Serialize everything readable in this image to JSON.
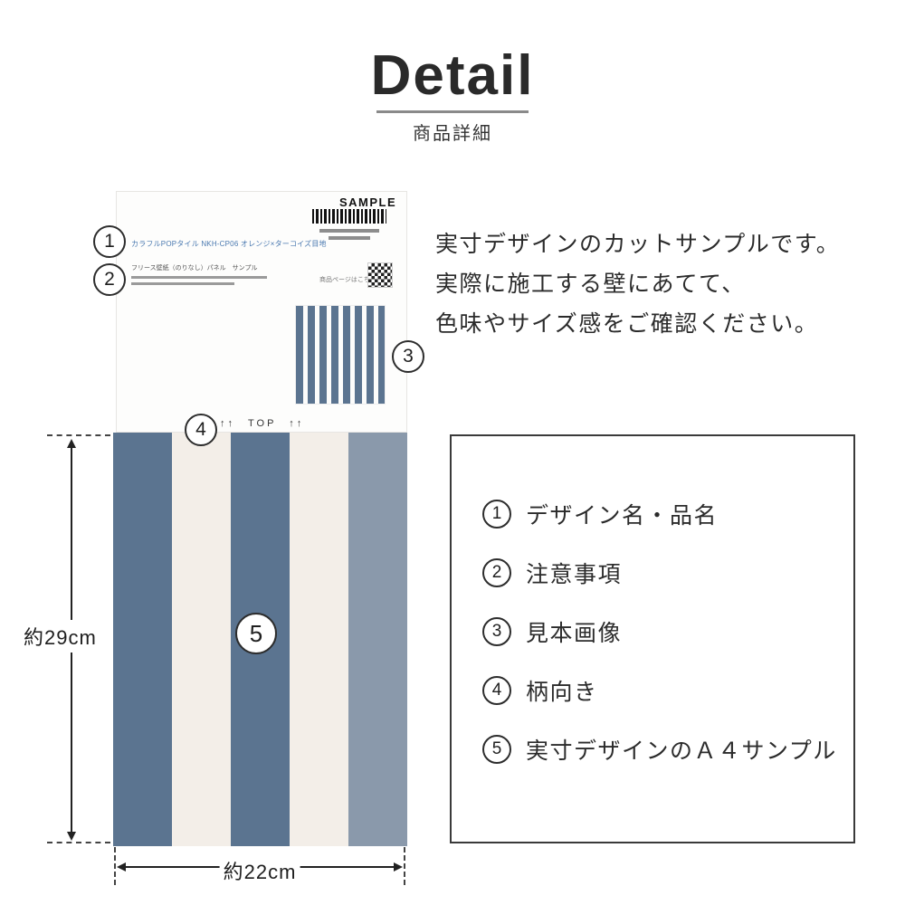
{
  "header": {
    "title": "Detail",
    "subtitle": "商品詳細"
  },
  "card": {
    "sample_label": "SAMPLE",
    "product_name": "カラフルPOPタイル NKH-CP06 オレンジ×ターコイズ目地",
    "product_type": "フリース壁紙（のりなし）パネル　サンプル",
    "qr_caption": "商品ページはこちら",
    "top_label": "↑↑　TOP　↑↑"
  },
  "markers": [
    "1",
    "2",
    "3",
    "4",
    "5"
  ],
  "description": {
    "lines": [
      "実寸デザインのカットサンプルです。",
      "実際に施工する壁にあてて、",
      "色味やサイズ感をご確認ください。"
    ]
  },
  "legend": {
    "items": [
      {
        "num": "1",
        "label": "デザイン名・品名"
      },
      {
        "num": "2",
        "label": "注意事項"
      },
      {
        "num": "3",
        "label": "見本画像"
      },
      {
        "num": "4",
        "label": "柄向き"
      },
      {
        "num": "5",
        "label": "実寸デザインのＡ４サンプル"
      }
    ]
  },
  "dimensions": {
    "height": "約29cm",
    "width": "約22cm"
  },
  "colors": {
    "stripe_blue": "#5b7490",
    "stripe_cream": "#f3eee8",
    "stripe_blue_light": "#8a99ab"
  }
}
